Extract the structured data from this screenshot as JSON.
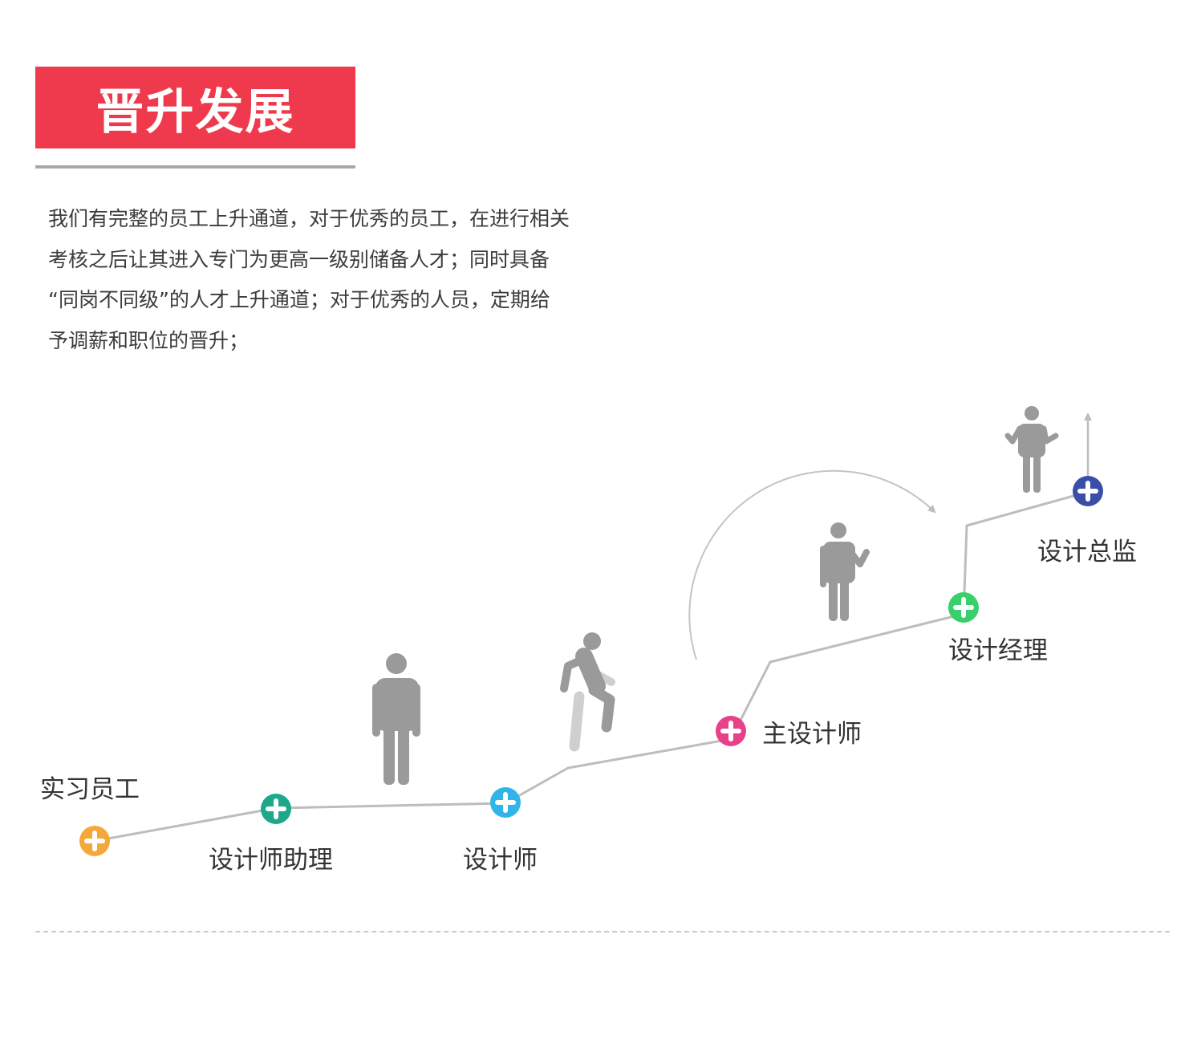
{
  "title": "晋升发展",
  "intro_lines": [
    "我们有完整的员工上升通道，对于优秀的员工，在进行相关",
    "考核之后让其进入专门为更高一级别储备人才；同时具备",
    "“同岗不同级”的人才上升通道；对于优秀的人员，定期给",
    "予调薪和职位的晋升；"
  ],
  "steps": [
    {
      "label": "实习员工",
      "color": "#f5a83a",
      "icon": "plus-icon"
    },
    {
      "label": "设计师助理",
      "color": "#1ea88a",
      "icon": "plus-icon"
    },
    {
      "label": "设计师",
      "color": "#2fb5e9",
      "icon": "plus-icon"
    },
    {
      "label": "主设计师",
      "color": "#e8418a",
      "icon": "plus-icon"
    },
    {
      "label": "设计经理",
      "color": "#37d06a",
      "icon": "plus-icon"
    },
    {
      "label": "设计总监",
      "color": "#3a4ea8",
      "icon": "plus-icon"
    }
  ],
  "colors": {
    "accent": "#ee3a4c",
    "path": "#bdbdbd",
    "figure": "#9a9a9a",
    "figure_light": "#cfcfcf"
  }
}
